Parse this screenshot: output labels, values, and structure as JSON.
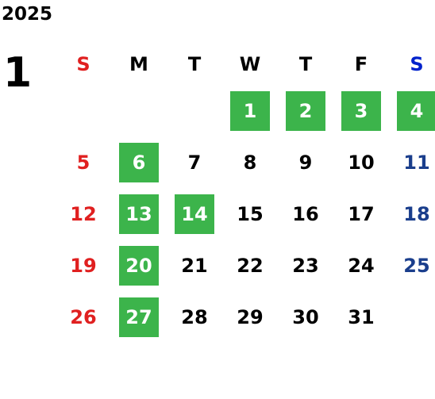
{
  "calendar": {
    "year": "2025",
    "month": "1",
    "weekdays": [
      "S",
      "M",
      "T",
      "W",
      "T",
      "F",
      "S"
    ],
    "weeks": [
      [
        "",
        "",
        "",
        "1",
        "2",
        "3",
        "4"
      ],
      [
        "5",
        "6",
        "7",
        "8",
        "9",
        "10",
        "11"
      ],
      [
        "12",
        "13",
        "14",
        "15",
        "16",
        "17",
        "18"
      ],
      [
        "19",
        "20",
        "21",
        "22",
        "23",
        "24",
        "25"
      ],
      [
        "26",
        "27",
        "28",
        "29",
        "30",
        "31",
        ""
      ]
    ],
    "highlighted_days": [
      "1",
      "2",
      "3",
      "4",
      "6",
      "13",
      "14",
      "20",
      "27"
    ],
    "colors": {
      "highlight": "#3cb44b",
      "sunday": "#e02020",
      "saturday": "#1a3e8c",
      "saturday_header": "#0022cc",
      "text": "#000000"
    }
  }
}
